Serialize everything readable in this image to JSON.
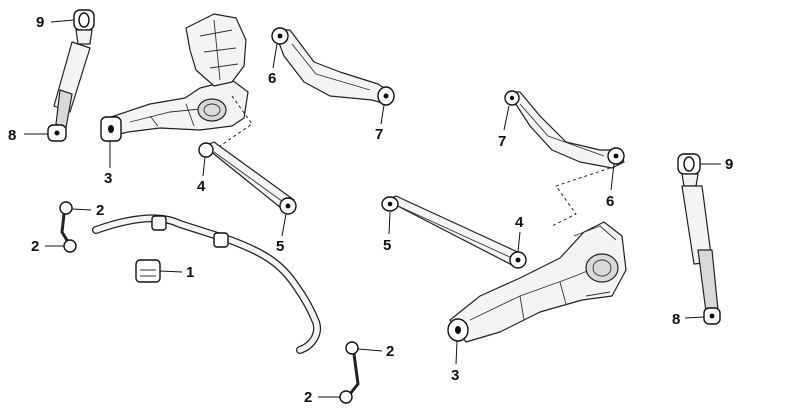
{
  "callouts": [
    {
      "id": "c9a",
      "number": "9"
    },
    {
      "id": "c8a",
      "number": "8"
    },
    {
      "id": "c3a",
      "number": "3"
    },
    {
      "id": "c4a",
      "number": "4"
    },
    {
      "id": "c5a",
      "number": "5"
    },
    {
      "id": "c6a",
      "number": "6"
    },
    {
      "id": "c7a",
      "number": "7"
    },
    {
      "id": "c2a",
      "number": "2"
    },
    {
      "id": "c2b",
      "number": "2"
    },
    {
      "id": "c1",
      "number": "1"
    },
    {
      "id": "c2c",
      "number": "2"
    },
    {
      "id": "c2d",
      "number": "2"
    },
    {
      "id": "c7b",
      "number": "7"
    },
    {
      "id": "c6b",
      "number": "6"
    },
    {
      "id": "c9b",
      "number": "9"
    },
    {
      "id": "c8b",
      "number": "8"
    },
    {
      "id": "c5b",
      "number": "5"
    },
    {
      "id": "c4b",
      "number": "4"
    },
    {
      "id": "c3b",
      "number": "3"
    }
  ]
}
